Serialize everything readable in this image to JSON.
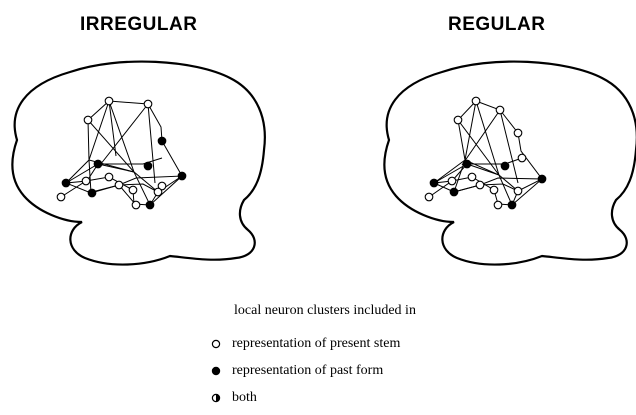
{
  "panels": [
    {
      "title": "IRREGULAR"
    },
    {
      "title": "REGULAR"
    }
  ],
  "legend": {
    "title": "local neuron clusters included in",
    "items": [
      {
        "label": "representation of present stem",
        "symbol": "open-circle"
      },
      {
        "label": "representation of past form",
        "symbol": "filled-circle"
      },
      {
        "label": "both",
        "symbol": "half-filled-circle"
      }
    ]
  }
}
